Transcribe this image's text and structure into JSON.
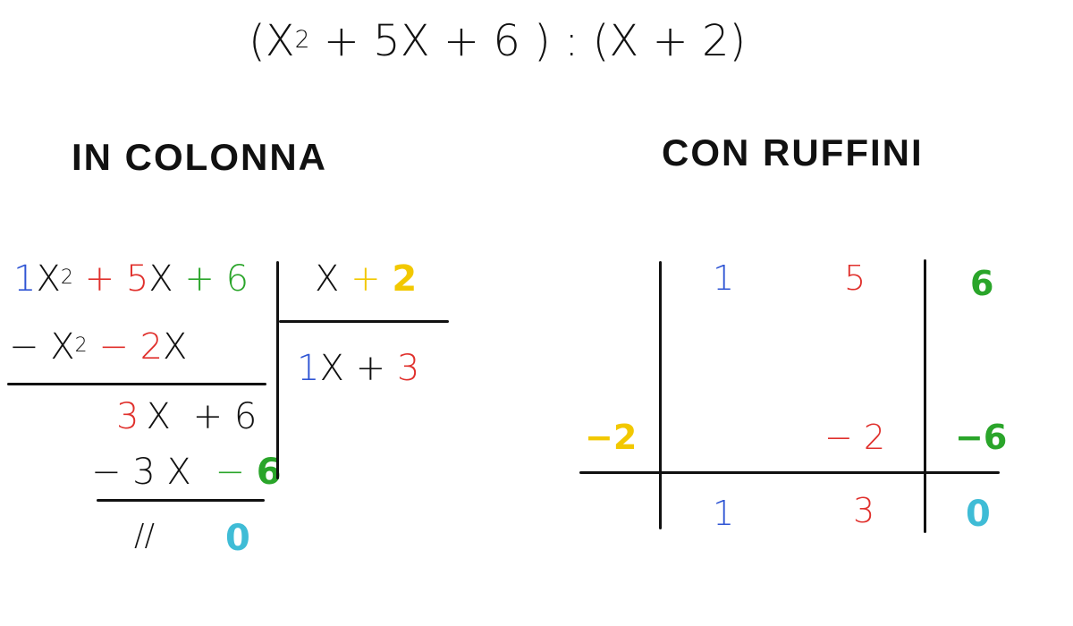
{
  "header": {
    "problem": {
      "open1": "(",
      "x": "X",
      "x_exp": "2",
      "p1": "+",
      "c5x": "5X",
      "p2": "+",
      "c6": "6",
      "close1": ")",
      "colon": ":",
      "open2": "(",
      "x2": "X",
      "p3": "+",
      "c2": "2",
      "close2": ")"
    }
  },
  "left": {
    "title": "IN COLONNA",
    "dividend": {
      "c1": "1",
      "x": "X",
      "exp": "2",
      "plus1": "+",
      "c5": "5",
      "x2": "X",
      "plus2": "+",
      "c6": "6"
    },
    "divisor": {
      "x": "X",
      "plus": "+",
      "c2": "2"
    },
    "quotient": {
      "c1": "1",
      "x": "X",
      "plus": "+",
      "c3": "3"
    },
    "sub1": {
      "minus": "−",
      "x": "X",
      "exp": "2",
      "minus2": "−",
      "c2": "2",
      "x2": "X"
    },
    "rem1": {
      "c3": "3",
      "x": "X",
      "plus": "+",
      "c6": "6"
    },
    "sub2": {
      "minus": "−",
      "c3": "3",
      "x": "X",
      "minus2": "−",
      "c6": "6"
    },
    "final": {
      "slash": "//",
      "zero": "0"
    }
  },
  "right": {
    "title": "CON RUFFINI",
    "coefficients": [
      "1",
      "5",
      "6"
    ],
    "root": "−2",
    "products": [
      "− 2",
      "−6"
    ],
    "results": [
      "1",
      "3",
      "0"
    ]
  },
  "colors": {
    "blue": "#2f55d4",
    "red": "#e0302c",
    "green": "#2aa52a",
    "yellow": "#f2c800",
    "cyan": "#3fbcd6",
    "ink": "#111111"
  }
}
